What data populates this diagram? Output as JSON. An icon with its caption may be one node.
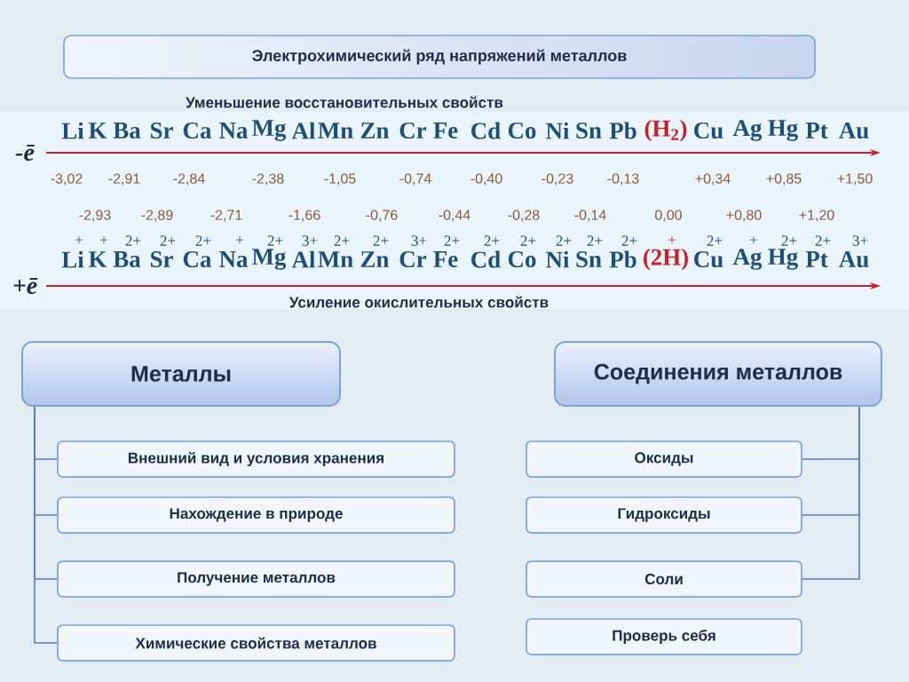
{
  "diagram": {
    "nodes": [
      {
        "text": [
          "Электрохимический ряд напряжений металлов"
        ]
      },
      {
        "text": [
          "Металлы"
        ]
      },
      {
        "text": [
          "Внешний вид и условия хранения"
        ]
      },
      {
        "text": [
          "Нахождение в природе"
        ]
      },
      {
        "text": [
          "Получение металлов"
        ]
      },
      {
        "text": [
          "Химические свойства металлов"
        ]
      },
      {
        "text": [
          "Соединения металлов"
        ]
      },
      {
        "text": [
          "Оксиды"
        ]
      },
      {
        "text": [
          "Гидроксиды"
        ]
      },
      {
        "text": [
          "Соли"
        ]
      },
      {
        "text": [
          "Проверь себя"
        ]
      }
    ],
    "edges": [
      {
        "from": 1,
        "to": 2,
        "arrow": "none"
      },
      {
        "from": 1,
        "to": 3,
        "arrow": "none"
      },
      {
        "from": 1,
        "to": 4,
        "arrow": "none"
      },
      {
        "from": 1,
        "to": 5,
        "arrow": "none"
      },
      {
        "from": 6,
        "to": 7,
        "arrow": "none"
      },
      {
        "from": 6,
        "to": 8,
        "arrow": "none"
      },
      {
        "from": 6,
        "to": 9,
        "arrow": "none"
      }
    ],
    "labels": [
      "Уменьшение восстановительных свойств",
      "Li",
      "K",
      "Ba",
      "Sr",
      "Ca",
      "Na",
      "Mg",
      "Al",
      "Mn",
      "Zn",
      "Cr",
      "Fe",
      "Cd",
      "Co",
      "Ni",
      "Sn",
      "Pb",
      "(H$_{2}$)",
      "Cu",
      "Ag",
      "Hg",
      "Pt",
      "Au",
      "-ē",
      "-3,02",
      "-2,91",
      "-2,84",
      "-2,38",
      "-1,05",
      "-0,74",
      "-0,40",
      "-0,23",
      "-0,13",
      "+0,34",
      "+0,85",
      "+1,50",
      "-2,93",
      "-2,89",
      "-2,71",
      "-1,66",
      "-0,76",
      "-0,44",
      "-0,28",
      "-0,14",
      "0,00",
      "+0,80",
      "+1,20",
      "+",
      "+",
      "2+",
      "2+",
      "2+",
      "+",
      "2+",
      "3+",
      "2+",
      "2+",
      "3+",
      "2+",
      "2+",
      "2+",
      "2+",
      "2+",
      "2+",
      "+",
      "2+",
      "+",
      "2+",
      "2+",
      "3+",
      "Li",
      "K",
      "Ba",
      "Sr",
      "Ca",
      "Na",
      "Mg",
      "Al",
      "Mn",
      "Zn",
      "Cr",
      "Fe",
      "Cd",
      "Co",
      "Ni",
      "Sn",
      "Pb",
      "(2H)",
      "Cu",
      "Ag",
      "Hg",
      "Pt",
      "Au",
      "+ē",
      "Усиление окислительных свойств"
    ]
  }
}
